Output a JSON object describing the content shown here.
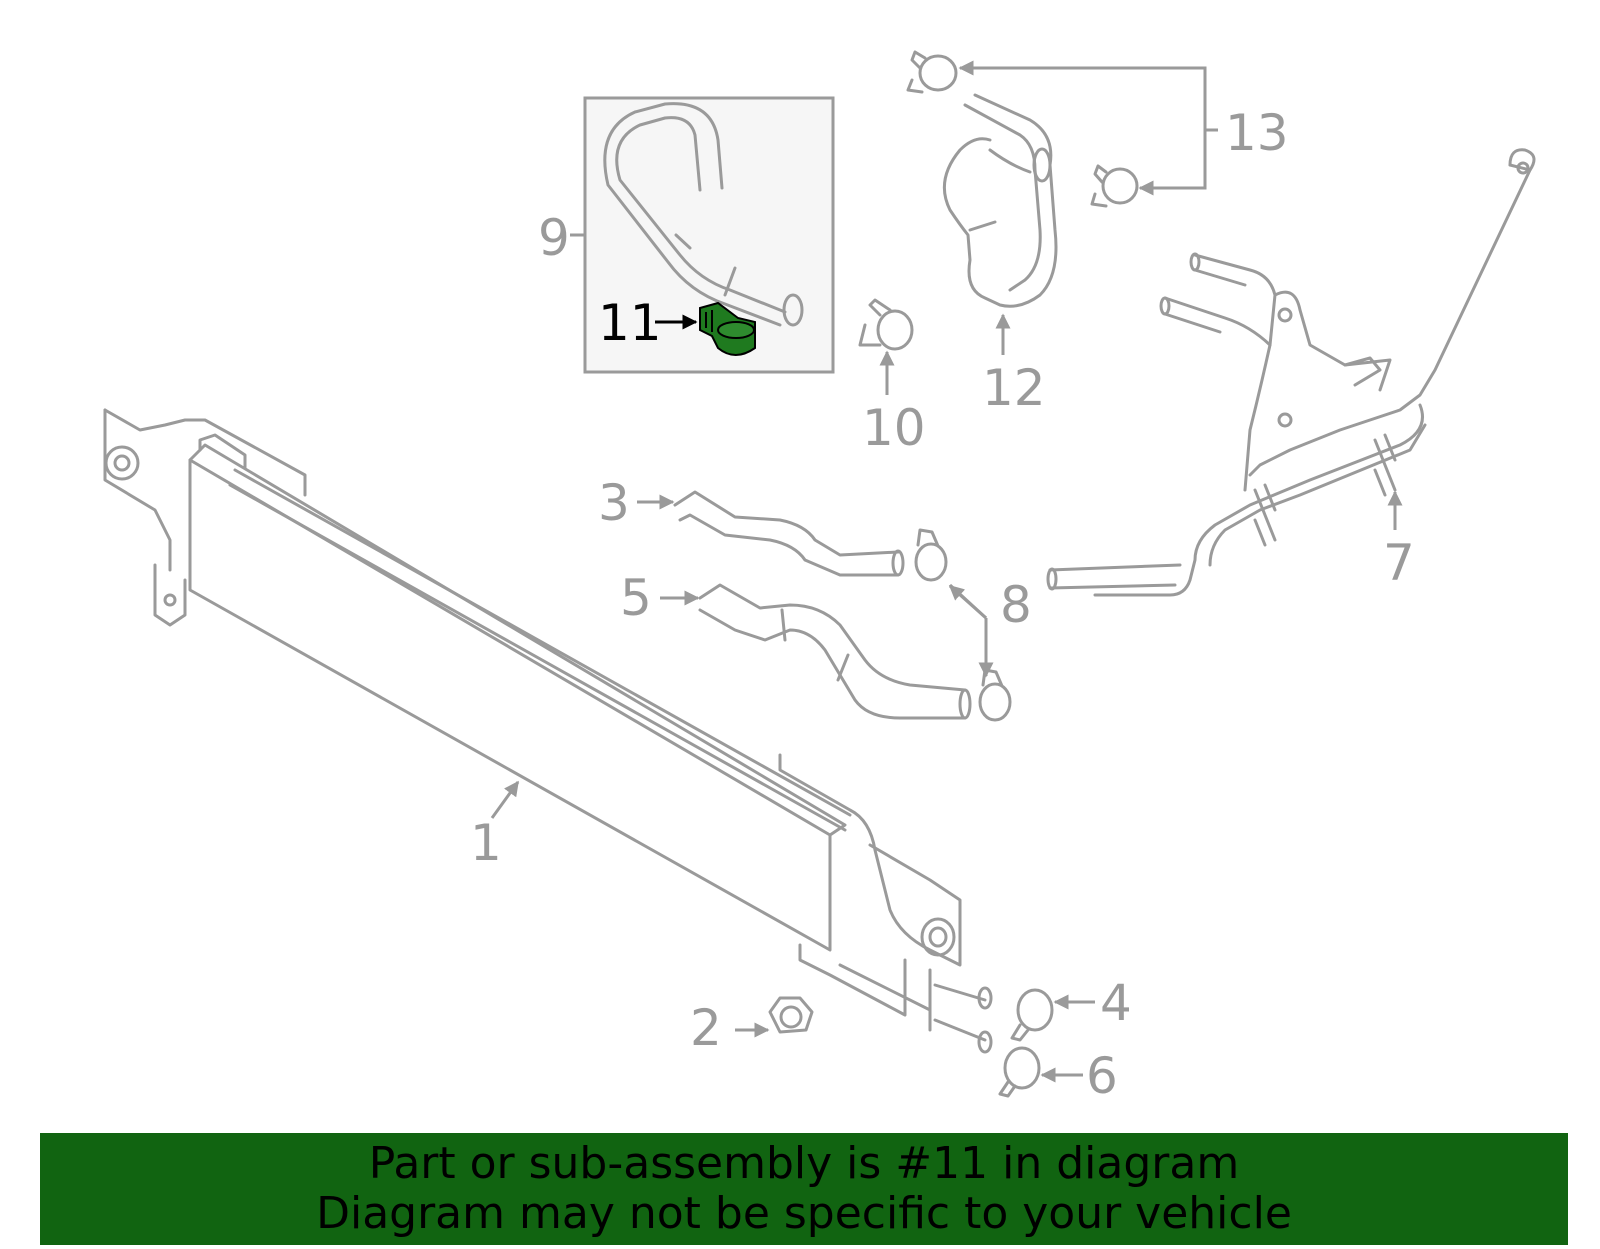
{
  "banner": {
    "line1": "Part or sub-assembly is #11 in diagram",
    "line2": "Diagram may not be specific to your vehicle",
    "background": "#116411"
  },
  "highlight": {
    "callout": "11",
    "color": "#1f7a1f"
  },
  "callouts": {
    "c1": "1",
    "c2": "2",
    "c3": "3",
    "c4": "4",
    "c5": "5",
    "c6": "6",
    "c7": "7",
    "c8": "8",
    "c9": "9",
    "c10": "10",
    "c11": "11",
    "c12": "12",
    "c13": "13"
  },
  "colors": {
    "line_art": "#9a9a9a",
    "inset_bg": "#f6f6f6"
  }
}
